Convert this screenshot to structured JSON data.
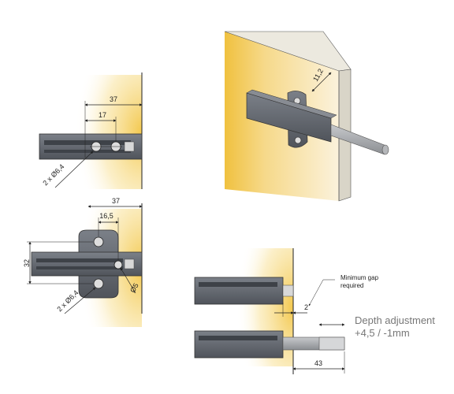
{
  "top_left": {
    "dim_overall": "37",
    "dim_center": "17",
    "dim_holes": "2 x Ø6,4"
  },
  "bottom_left": {
    "dim_overall": "37",
    "dim_center": "16,5",
    "dim_height": "32",
    "dim_holes": "2 x Ø6,4",
    "dim_pin": "Ø5"
  },
  "top_right": {
    "dim_depth": "11,2"
  },
  "bottom_right": {
    "gap_note_line1": "Minimum gap",
    "gap_note_line2": "required",
    "dim_gap": "2",
    "depth_label_line1": "Depth adjustment",
    "depth_label_line2": "+4,5 / -1mm",
    "dim_length": "43"
  },
  "colors": {
    "glow": "#f2c23a",
    "part": "#666b73",
    "part_dark": "#44484f",
    "wall": "#e9e6dd",
    "line": "#222222"
  }
}
